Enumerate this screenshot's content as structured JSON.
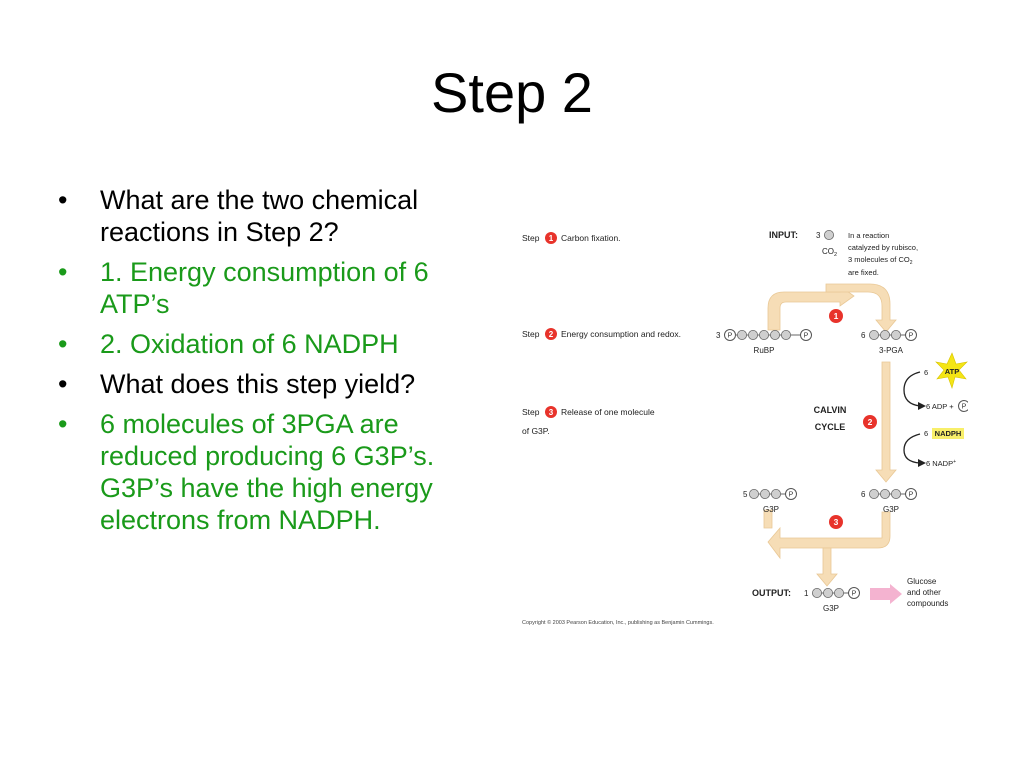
{
  "slide": {
    "title": "Step 2",
    "bullets": [
      {
        "text": "What are the two chemical reactions in Step 2?",
        "color": "#000000"
      },
      {
        "text": "1. Energy consumption of 6 ATP’s",
        "color": "#1a9a1a"
      },
      {
        "text": "2. Oxidation of 6 NADPH",
        "color": "#1a9a1a"
      },
      {
        "text": "What does this step yield?",
        "color": "#000000"
      },
      {
        "text": "6 molecules of 3PGA are reduced producing 6 G3P’s. G3P’s have the high energy electrons from NADPH.",
        "color": "#1a9a1a"
      }
    ]
  },
  "diagram": {
    "steps": [
      {
        "word": "Step",
        "num": "1",
        "label": "Carbon fixation."
      },
      {
        "word": "Step",
        "num": "2",
        "label": "Energy consumption and redox."
      },
      {
        "word": "Step",
        "num": "3",
        "label_line1": "Release of one molecule",
        "label_line2": "of G3P."
      }
    ],
    "input_label": "INPUT:",
    "co2_count": "3",
    "co2_label": "CO",
    "co2_sub": "2",
    "input_note": [
      "In a reaction",
      "catalyzed by rubisco,",
      "3 molecules of CO",
      "are fixed."
    ],
    "input_note_sub": "2",
    "rubp_count": "3",
    "rubp_label": "RuBP",
    "pga_count": "6",
    "pga_label": "3-PGA",
    "atp_count": "6",
    "atp_label": "ATP",
    "adp_text": "6 ADP +",
    "p_symbol": "P",
    "calvin_line1": "CALVIN",
    "calvin_line2": "CYCLE",
    "nadph_count": "6",
    "nadph_label": "NADPH",
    "nadp_text": "6 NADP",
    "nadp_sup": "+",
    "g3p_left_count": "5",
    "g3p_left_label": "G3P",
    "g3p_right_count": "6",
    "g3p_right_label": "G3P",
    "output_label": "OUTPUT:",
    "output_count": "1",
    "output_g3p_label": "G3P",
    "output_products": [
      "Glucose",
      "and other",
      "compounds"
    ],
    "copyright": "Copyright © 2003 Pearson Education, Inc., publishing as Benjamin Cummings.",
    "colors": {
      "red": "#e8332b",
      "arrow": "#f6ddb6",
      "atp_star": "#f4e515",
      "nadph_highlight": "#f8ef6a",
      "output_arrow": "#f4b3d0"
    }
  }
}
